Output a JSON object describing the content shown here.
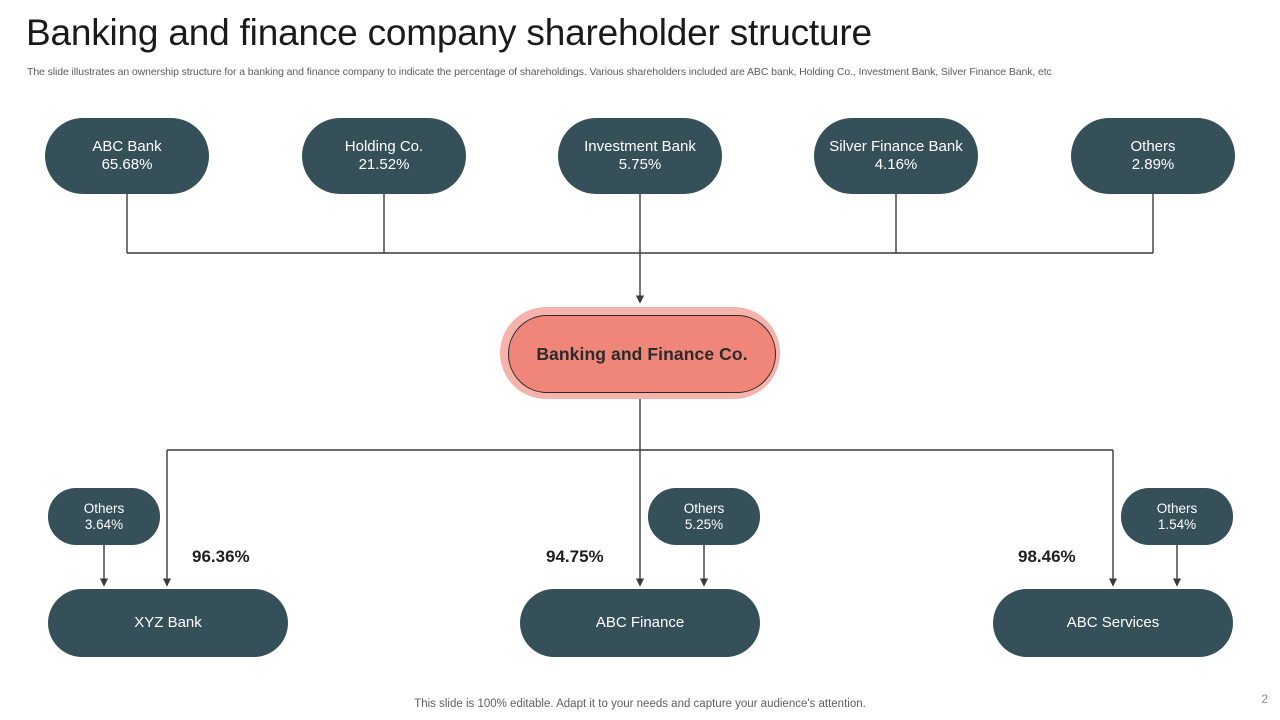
{
  "header": {
    "title": "Banking and finance company shareholder structure",
    "subtitle": "The slide illustrates an ownership structure for a banking and finance company to indicate the percentage of shareholdings. Various shareholders included are ABC bank, Holding Co., Investment Bank, Silver Finance Bank, etc"
  },
  "colors": {
    "node_fill": "#36505a",
    "node_text": "#ffffff",
    "central_fill": "#f08679",
    "central_glow": "#f6b3ab",
    "central_border": "#2b2b2b",
    "connector": "#3a3a3a",
    "title_text": "#1a1a1a",
    "subtitle_text": "#5c5c5c",
    "label_text": "#1f1f1f"
  },
  "shareholders": [
    {
      "name": "ABC Bank",
      "percent": "65.68%"
    },
    {
      "name": "Holding Co.",
      "percent": "21.52%"
    },
    {
      "name": "Investment  Bank",
      "percent": "5.75%"
    },
    {
      "name": "Silver Finance Bank",
      "percent": "4.16%"
    },
    {
      "name": "Others",
      "percent": "2.89%"
    }
  ],
  "central": {
    "name": "Banking and Finance Co."
  },
  "subsidiaries": [
    {
      "name": "XYZ Bank",
      "ownership_percent": "96.36%",
      "minority": {
        "name": "Others",
        "percent": "3.64%"
      }
    },
    {
      "name": "ABC Finance",
      "ownership_percent": "94.75%",
      "minority": {
        "name": "Others",
        "percent": "5.25%"
      }
    },
    {
      "name": "ABC Services",
      "ownership_percent": "98.46%",
      "minority": {
        "name": "Others",
        "percent": "1.54%"
      }
    }
  ],
  "footer": {
    "note": "This slide is 100% editable. Adapt it to your needs and capture your audience's attention.",
    "page_number": "2"
  },
  "chart_data": {
    "type": "diagram",
    "title": "Banking and finance company shareholder structure",
    "diagram_kind": "ownership-hierarchy",
    "levels": [
      {
        "level": 1,
        "role": "shareholders",
        "nodes": [
          {
            "label": "ABC Bank",
            "value": 65.68,
            "unit": "%"
          },
          {
            "label": "Holding Co.",
            "value": 21.52,
            "unit": "%"
          },
          {
            "label": "Investment  Bank",
            "value": 5.75,
            "unit": "%"
          },
          {
            "label": "Silver Finance Bank",
            "value": 4.16,
            "unit": "%"
          },
          {
            "label": "Others",
            "value": 2.89,
            "unit": "%"
          }
        ]
      },
      {
        "level": 2,
        "role": "parent-company",
        "nodes": [
          {
            "label": "Banking and Finance Co."
          }
        ]
      },
      {
        "level": 3,
        "role": "subsidiaries",
        "nodes": [
          {
            "label": "XYZ Bank",
            "owned_by_parent": 96.36,
            "owned_by_others": 3.64,
            "unit": "%"
          },
          {
            "label": "ABC Finance",
            "owned_by_parent": 94.75,
            "owned_by_others": 5.25,
            "unit": "%"
          },
          {
            "label": "ABC Services",
            "owned_by_parent": 98.46,
            "owned_by_others": 1.54,
            "unit": "%"
          }
        ]
      }
    ]
  }
}
